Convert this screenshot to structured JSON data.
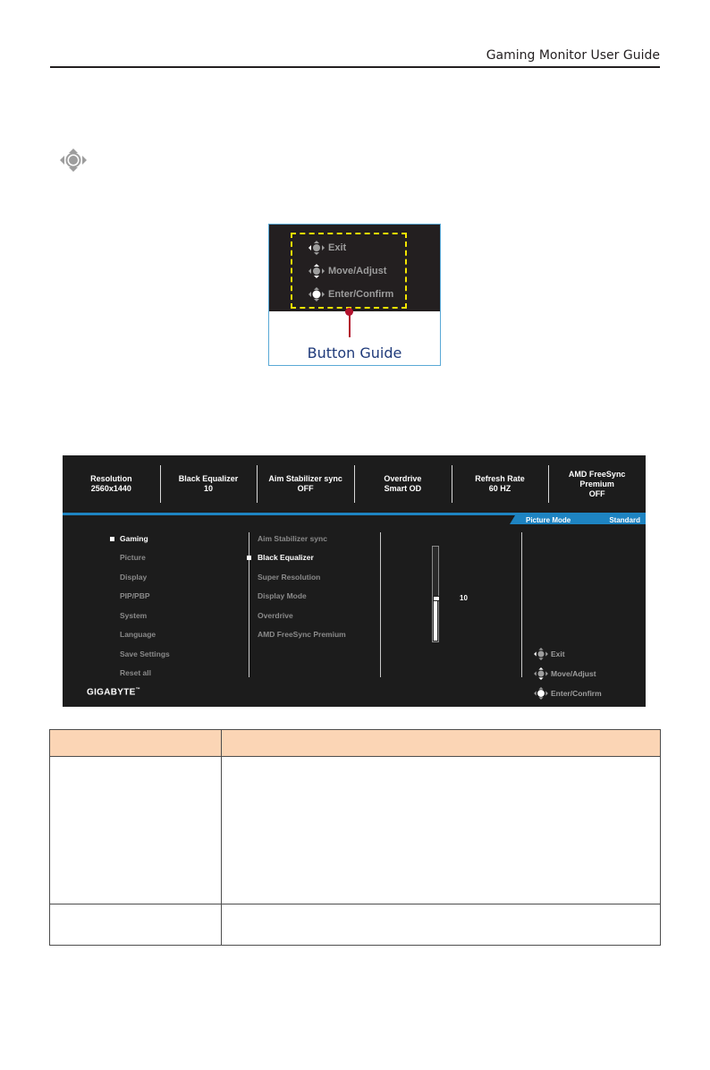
{
  "header": {
    "title": "Gaming Monitor User Guide"
  },
  "page_icon": {
    "icon": "joystick-icon"
  },
  "button_guide": {
    "items": [
      {
        "icon": "joystick-left-icon",
        "label": "Exit"
      },
      {
        "icon": "joystick-updown-icon",
        "label": "Move/Adjust"
      },
      {
        "icon": "joystick-press-icon",
        "label": "Enter/Confirm"
      }
    ],
    "caption": "Button Guide",
    "colors": {
      "dash": "#f4e500",
      "pointer": "#b3122d",
      "caption": "#1f3a7a"
    }
  },
  "osd": {
    "info": [
      {
        "label": "Resolution",
        "value": "2560x1440"
      },
      {
        "label": "Black Equalizer",
        "value": "10"
      },
      {
        "label": "Aim Stabilizer sync",
        "value": "OFF"
      },
      {
        "label": "Overdrive",
        "value": "Smart OD"
      },
      {
        "label": "Refresh Rate",
        "value": "60 HZ"
      },
      {
        "label": "AMD FreeSync Premium",
        "value": "OFF"
      }
    ],
    "picture_mode": {
      "label": "Picture Mode",
      "value": "Standard"
    },
    "main_menu": [
      "Gaming",
      "Picture",
      "Display",
      "PIP/PBP",
      "System",
      "Language",
      "Save Settings",
      "Reset all"
    ],
    "main_selected": "Gaming",
    "sub_menu": [
      "Aim Stabilizer sync",
      "Black Equalizer",
      "Super Resolution",
      "Display Mode",
      "Overdrive",
      "AMD FreeSync Premium"
    ],
    "sub_selected": "Black Equalizer",
    "slider": {
      "value": "10",
      "fraction": 0.45
    },
    "guide": [
      {
        "icon": "joystick-left-icon",
        "label": "Exit"
      },
      {
        "icon": "joystick-updown-icon",
        "label": "Move/Adjust"
      },
      {
        "icon": "joystick-press-icon",
        "label": "Enter/Confirm"
      }
    ],
    "brand": "GIGABYTE",
    "brand_mark": "™",
    "colors": {
      "accent": "#1e84c2",
      "background": "#1c1c1c"
    }
  },
  "table": {
    "header_color": "#fbd5b5",
    "headers": [
      "",
      ""
    ],
    "rows": [
      [
        "",
        ""
      ],
      [
        "",
        ""
      ]
    ]
  }
}
